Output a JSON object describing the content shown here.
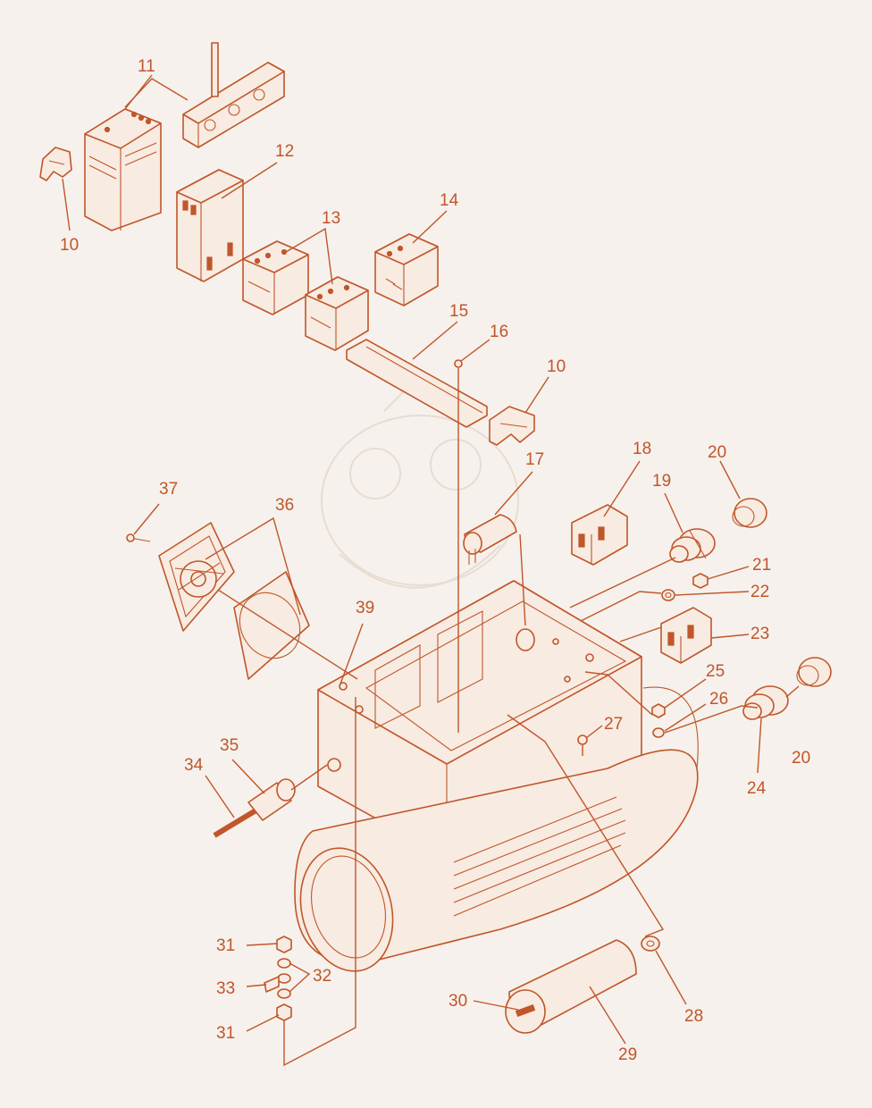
{
  "diagram": {
    "accent_color": "#c0562a",
    "background_color": "#f6f1ec",
    "callouts": [
      {
        "id": "c10a",
        "text": "10"
      },
      {
        "id": "c11",
        "text": "11"
      },
      {
        "id": "c12",
        "text": "12"
      },
      {
        "id": "c13",
        "text": "13"
      },
      {
        "id": "c14",
        "text": "14"
      },
      {
        "id": "c15",
        "text": "15"
      },
      {
        "id": "c16",
        "text": "16"
      },
      {
        "id": "c10b",
        "text": "10"
      },
      {
        "id": "c17",
        "text": "17"
      },
      {
        "id": "c18",
        "text": "18"
      },
      {
        "id": "c19",
        "text": "19"
      },
      {
        "id": "c20a",
        "text": "20"
      },
      {
        "id": "c21",
        "text": "21"
      },
      {
        "id": "c22",
        "text": "22"
      },
      {
        "id": "c23",
        "text": "23"
      },
      {
        "id": "c25",
        "text": "25"
      },
      {
        "id": "c26",
        "text": "26"
      },
      {
        "id": "c20b",
        "text": "20"
      },
      {
        "id": "c24",
        "text": "24"
      },
      {
        "id": "c27",
        "text": "27"
      },
      {
        "id": "c37",
        "text": "37"
      },
      {
        "id": "c36",
        "text": "36"
      },
      {
        "id": "c39",
        "text": "39"
      },
      {
        "id": "c35",
        "text": "35"
      },
      {
        "id": "c34",
        "text": "34"
      },
      {
        "id": "c31a",
        "text": "31"
      },
      {
        "id": "c33",
        "text": "33"
      },
      {
        "id": "c32",
        "text": "32"
      },
      {
        "id": "c31b",
        "text": "31"
      },
      {
        "id": "c30",
        "text": "30"
      },
      {
        "id": "c28",
        "text": "28"
      },
      {
        "id": "c29",
        "text": "29"
      }
    ]
  }
}
